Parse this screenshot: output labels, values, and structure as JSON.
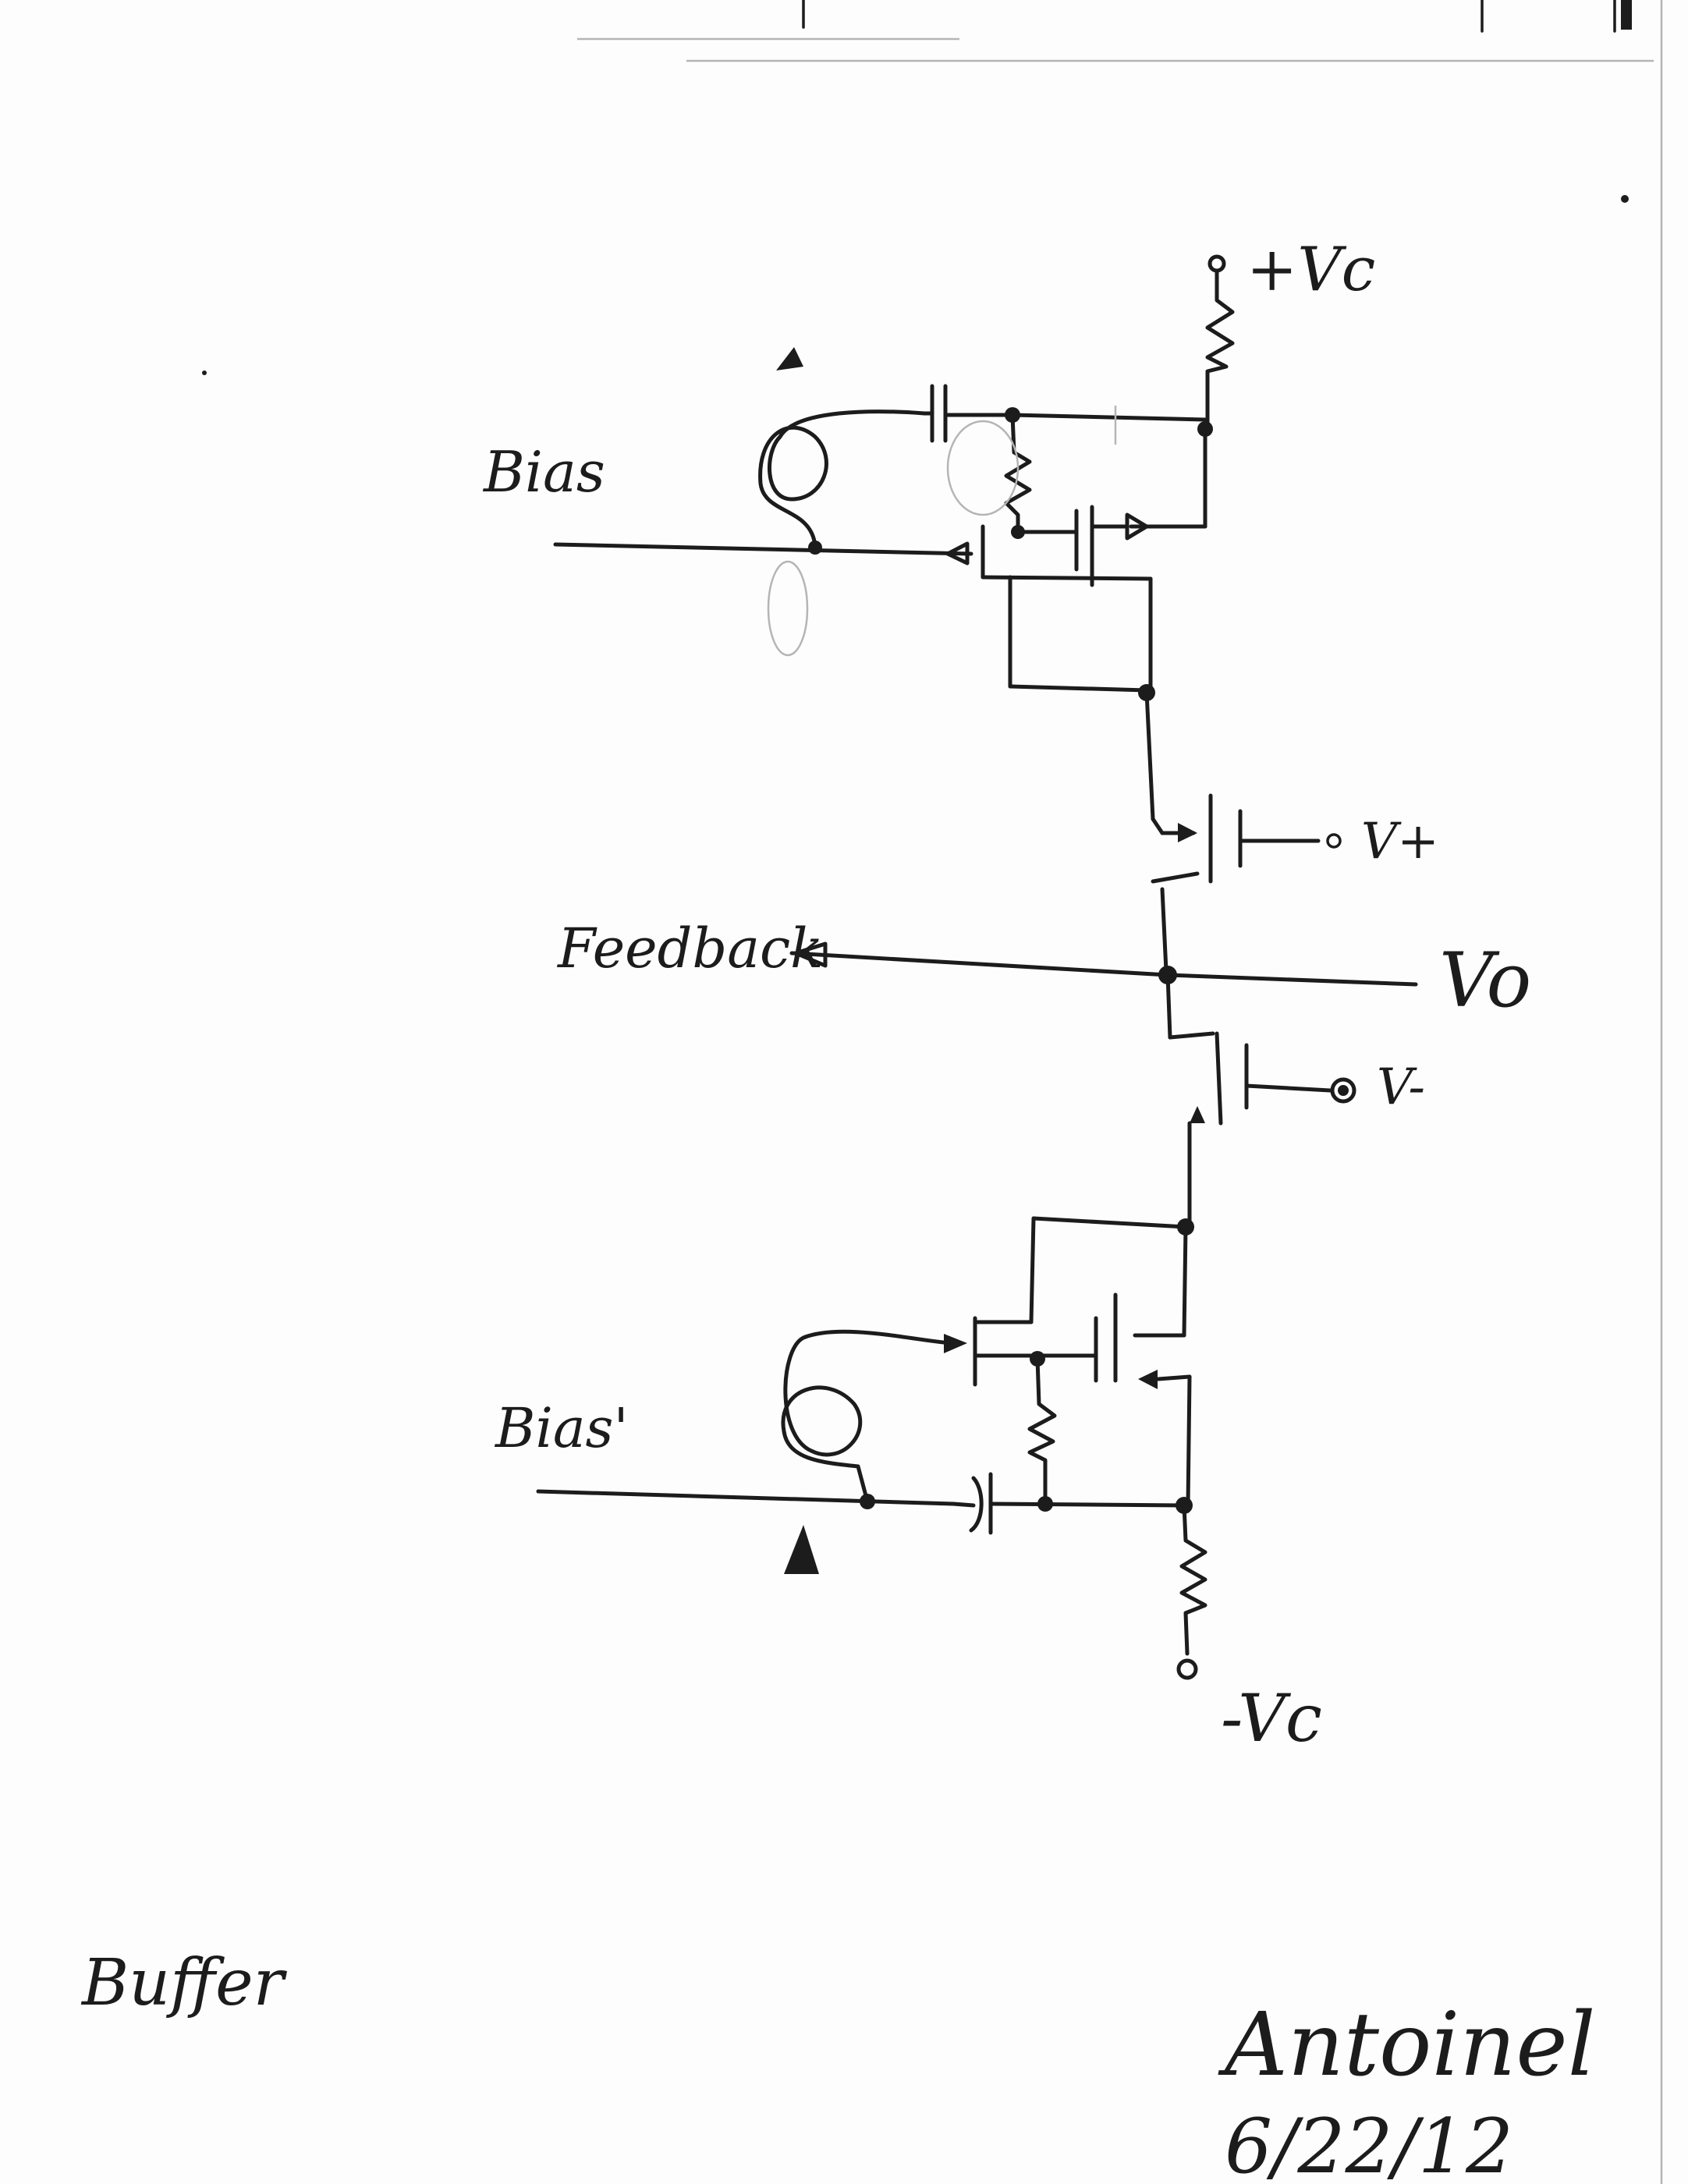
{
  "diagram": {
    "labels": {
      "pos_supply": "+Vc",
      "neg_supply": "-Vc",
      "bias_top": "Bias",
      "bias_bottom": "Bias'",
      "feedback": "Feedback",
      "output": "Vo",
      "v_plus": "V+",
      "v_minus": "V-"
    },
    "caption": "Buffer",
    "signature": "Antoinel",
    "date": "6/22/12"
  }
}
